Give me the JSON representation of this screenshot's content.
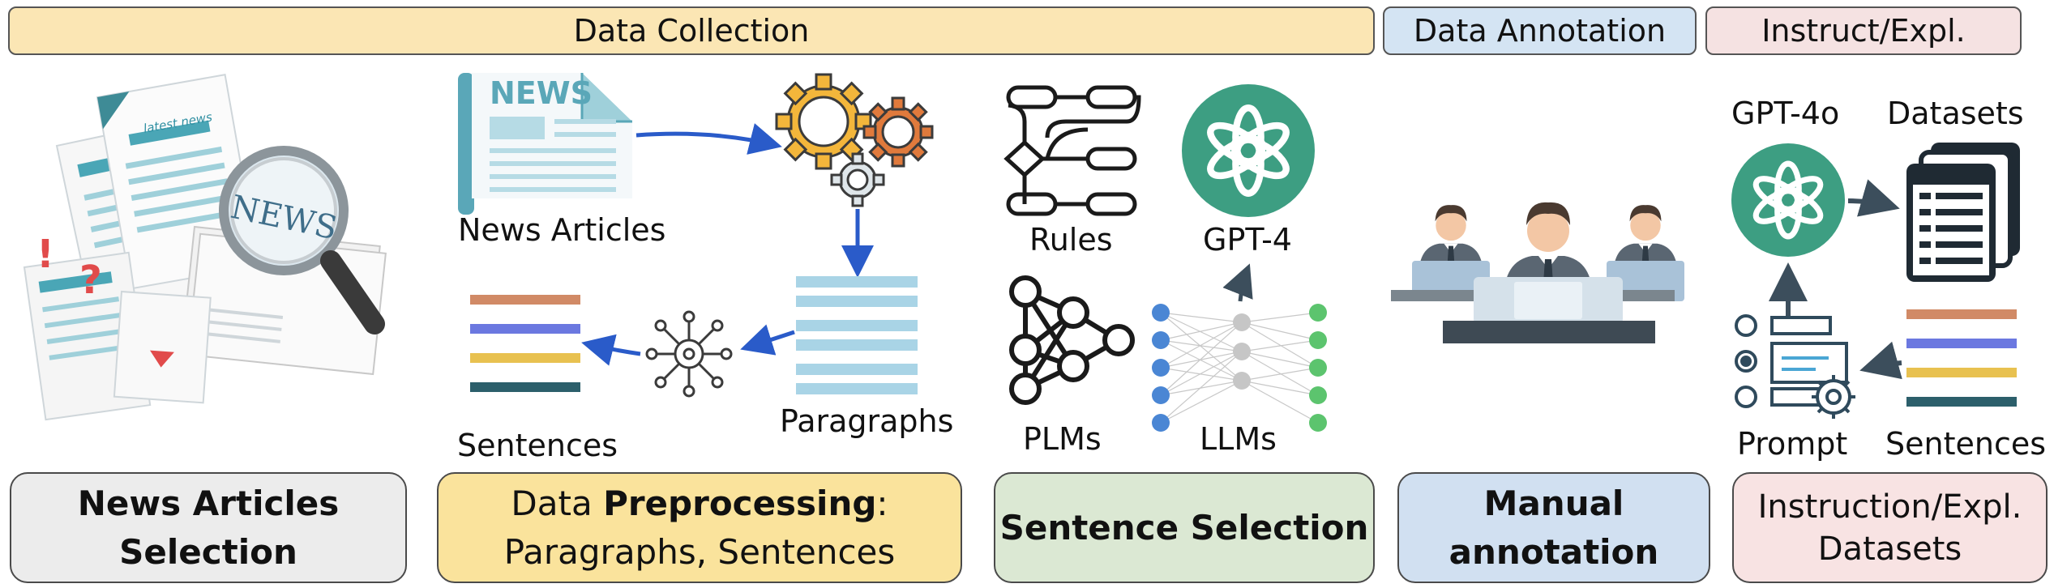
{
  "phases": {
    "collection": "Data Collection",
    "annotation": "Data Annotation",
    "instruct": "Instruct/Expl."
  },
  "labels": {
    "news_articles": "News Articles",
    "paragraphs": "Paragraphs",
    "sentences": "Sentences",
    "rules": "Rules",
    "gpt4": "GPT-4",
    "plms": "PLMs",
    "llms": "LLMs",
    "gpt4o": "GPT-4o",
    "datasets": "Datasets",
    "prompt": "Prompt",
    "sentences2": "Sentences",
    "news_masthead": "NEWS",
    "news_magnified": "NEWS",
    "latest_news": "latest news"
  },
  "steps": {
    "s1_line1": "News Articles",
    "s1_line2": "Selection",
    "s2_prefix": "Data ",
    "s2_bold": "Preprocessing",
    "s2_suffix": ":",
    "s2_line2": "Paragraphs, Sentences",
    "s3": "Sentence Selection",
    "s4_line1": "Manual",
    "s4_line2": "annotation",
    "s5_line1": "Instruction/Expl.",
    "s5_line2": "Datasets"
  },
  "colors": {
    "collection_bg": "#fbe6b4",
    "annotation_bg": "#d4e4f3",
    "instruct_bg": "#f5e2e2",
    "step1_bg": "#ececec",
    "step2_bg": "#fae39c",
    "step3_bg": "#dbe8d3",
    "step4_bg": "#d1e0f1",
    "step5_bg": "#f8e3e3",
    "arrow_blue": "#2a5bc9",
    "openai_green": "#3d9e82",
    "sentence_lines": [
      "#d18a66",
      "#6b78e0",
      "#e8c150",
      "#2c5f6b"
    ]
  }
}
